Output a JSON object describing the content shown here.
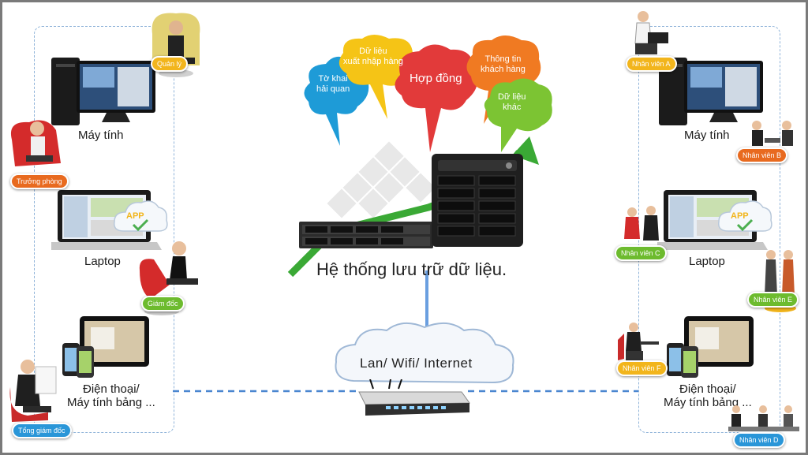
{
  "center": {
    "system_title": "Hệ thống lưu trữ dữ liệu.",
    "network_label": "Lan/ Wifi/ Internet",
    "bubbles": [
      {
        "text": "Tờ khai\nhải quan",
        "color": "#1e9bd7"
      },
      {
        "text": "Dữ liệu\nxuất nhập hàng",
        "color": "#f5c416"
      },
      {
        "text": "Hợp đồng",
        "color": "#e23a3a"
      },
      {
        "text": "Thông tin\nkhách hàng",
        "color": "#f07a22"
      },
      {
        "text": "Dữ liệu\nkhác",
        "color": "#7cc433"
      }
    ]
  },
  "left": {
    "devices": {
      "computer": "Máy tính",
      "laptop": "Laptop",
      "phone_line1": "Điện thoại/",
      "phone_line2": "Máy tính bảng ..."
    },
    "app_badge": "APP",
    "roles": {
      "manager": "Quản lý",
      "head_dept": "Trưởng phòng",
      "director": "Giám đốc",
      "ceo": "Tổng giám đốc"
    }
  },
  "right": {
    "devices": {
      "computer": "Máy tính",
      "laptop": "Laptop",
      "phone_line1": "Điện thoại/",
      "phone_line2": "Máy tính bảng ..."
    },
    "app_badge": "APP",
    "roles": {
      "a": "Nhân viên A",
      "b": "Nhân viên B",
      "c": "Nhân viên C",
      "e": "Nhân viên E",
      "f": "Nhân viên F",
      "d": "Nhân viên D"
    }
  }
}
